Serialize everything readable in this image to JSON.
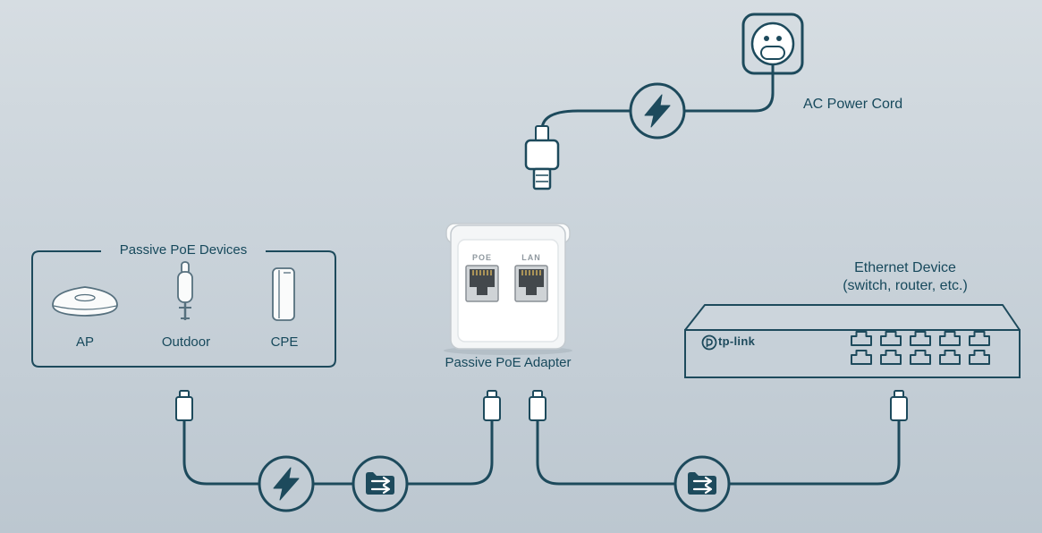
{
  "colors": {
    "line": "#1d4a5c",
    "text": "#17495c",
    "background_top": "#d6dde2",
    "background_bottom": "#bcc7d0",
    "device_white": "#fafbfb"
  },
  "power": {
    "cord_label": "AC Power Cord",
    "icon": "lightning-bolt-circle"
  },
  "data_link": {
    "icon": "folder-transfer-circle"
  },
  "poe_devices": {
    "title": "Passive PoE Devices",
    "items": [
      {
        "label": "AP",
        "icon": "ceiling-ap"
      },
      {
        "label": "Outdoor",
        "icon": "outdoor-antenna"
      },
      {
        "label": "CPE",
        "icon": "cpe-unit"
      }
    ]
  },
  "adapter": {
    "label": "Passive PoE Adapter",
    "ports": [
      {
        "label": "POE"
      },
      {
        "label": "LAN"
      }
    ]
  },
  "ethernet_device": {
    "title": "Ethernet Device",
    "subtitle": "(switch, router, etc.)",
    "brand": "tp-link",
    "port_rows": 2,
    "ports_per_row": 5
  }
}
